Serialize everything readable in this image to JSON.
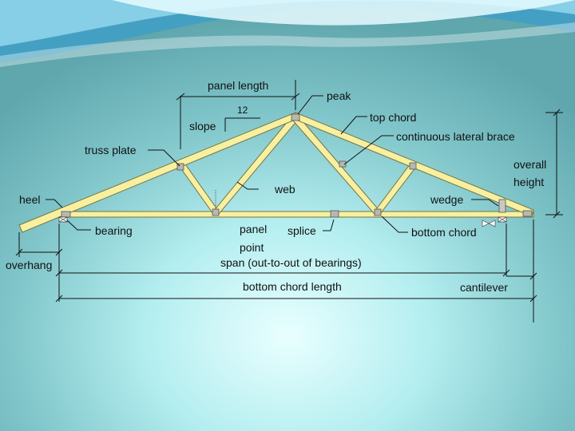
{
  "labels": {
    "panel_length": "panel length",
    "peak": "peak",
    "slope_run": "12",
    "slope": "slope",
    "top_chord": "top chord",
    "continuous_lateral_brace": "continuous lateral brace",
    "truss_plate": "truss plate",
    "overall": "overall",
    "height": "height",
    "web": "web",
    "wedge": "wedge",
    "heel": "heel",
    "bearing": "bearing",
    "panel": "panel",
    "point": "point",
    "splice": "splice",
    "bottom_chord": "bottom chord",
    "overhang": "overhang",
    "span": "span (out-to-out of bearings)",
    "bottom_chord_length": "bottom chord length",
    "cantilever": "cantilever"
  },
  "colors": {
    "member_fill": "#f6f0a0",
    "plate_fill": "#b8b8b0",
    "wave_light": "#e8fbff",
    "wave_blue": "#3fa0c8"
  }
}
